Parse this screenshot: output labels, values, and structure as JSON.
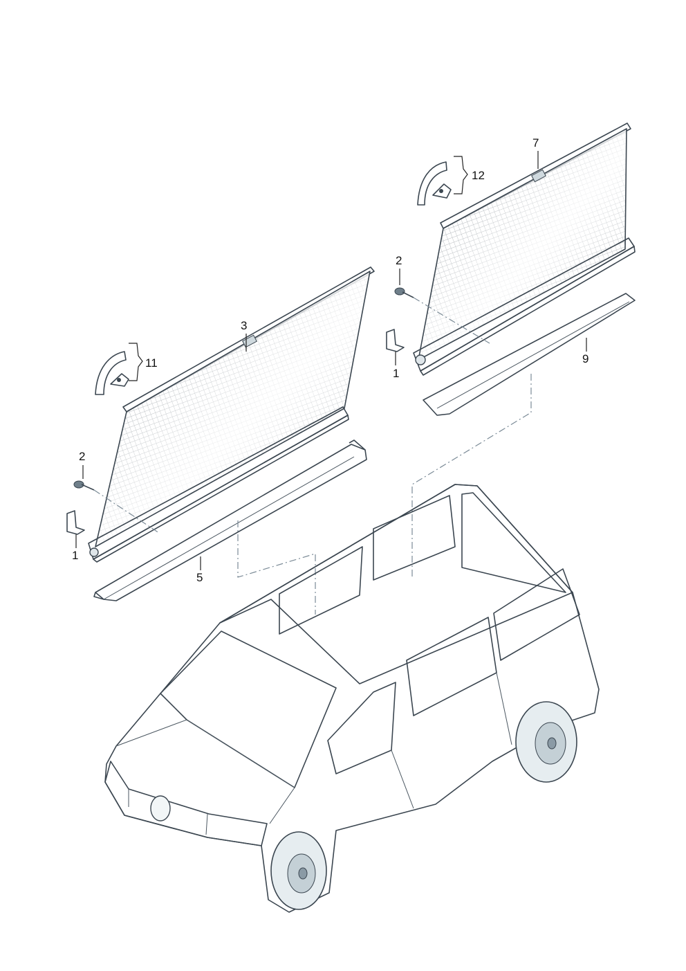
{
  "callouts": {
    "c1_left": "1",
    "c1_right": "1",
    "c2_left": "2",
    "c2_right": "2",
    "c3": "3",
    "c5": "5",
    "c7": "7",
    "c9": "9",
    "c11": "11",
    "c12": "12"
  },
  "colors": {
    "line": "#3b4650",
    "fill_light": "#eef3f5",
    "fill_mid": "#d3dde3",
    "fill_dark": "#aebcc6",
    "glass": "#b7c4cc"
  }
}
